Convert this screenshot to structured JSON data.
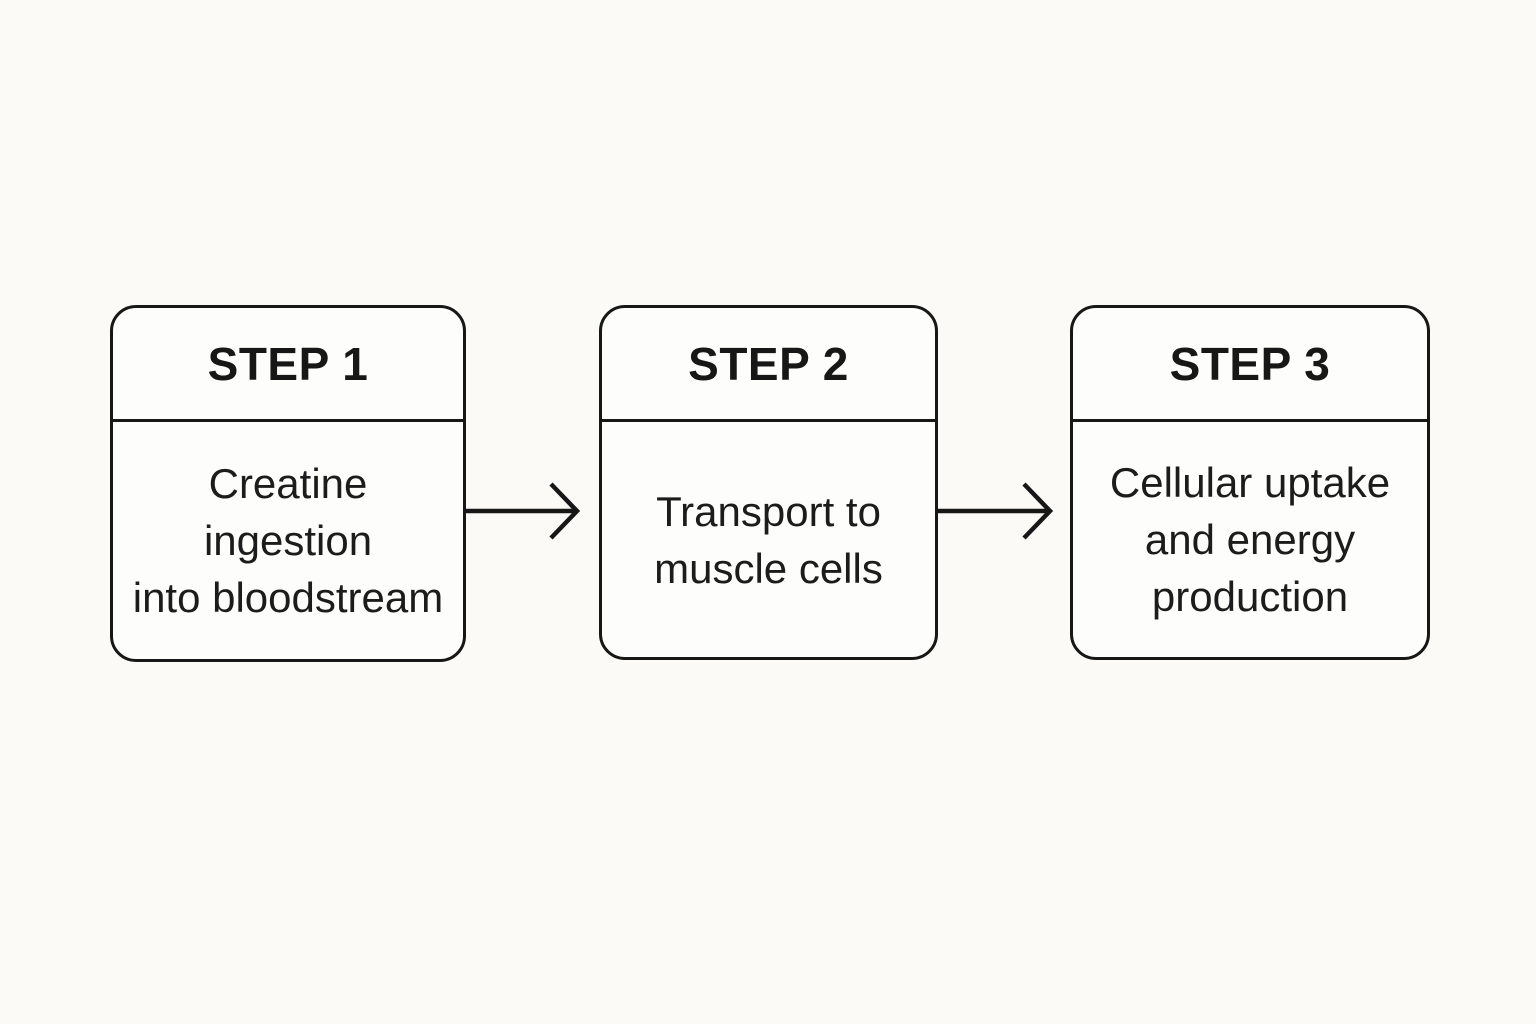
{
  "diagram": {
    "type": "flowchart",
    "direction": "left-to-right",
    "steps": [
      {
        "header": "STEP 1",
        "lines": [
          "Creatine",
          "ingestion",
          "into bloodstream"
        ]
      },
      {
        "header": "STEP 2",
        "lines": [
          "Transport to",
          "muscle cells"
        ]
      },
      {
        "header": "STEP 3",
        "lines": [
          "Cellular uptake",
          "and energy",
          "production"
        ]
      }
    ],
    "connectors": [
      {
        "from": "STEP 1",
        "to": "STEP 2",
        "style": "open-arrowhead"
      },
      {
        "from": "STEP 2",
        "to": "STEP 3",
        "style": "open-arrowhead"
      }
    ],
    "colors": {
      "background": "#fbfaf6",
      "box_fill": "#fdfdfb",
      "box_border": "#171717",
      "text": "#1c1c1c",
      "arrow": "#171717"
    }
  }
}
